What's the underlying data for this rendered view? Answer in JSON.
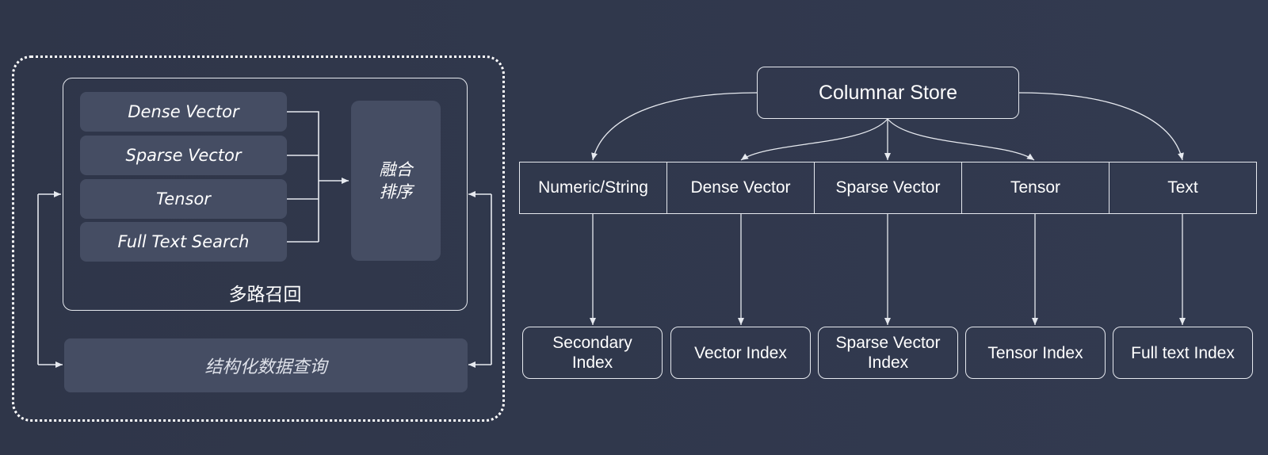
{
  "left_panel": {
    "recall_methods": [
      "Dense Vector",
      "Sparse Vector",
      "Tensor",
      "Full Text Search"
    ],
    "fusion_line1": "融合",
    "fusion_line2": "排序",
    "recall_label": "多路召回",
    "structured_query": "结构化数据查询"
  },
  "right_panel": {
    "store": "Columnar Store",
    "columns": [
      "Numeric/String",
      "Dense Vector",
      "Sparse Vector",
      "Tensor",
      "Text"
    ],
    "indexes": [
      "Secondary\nIndex",
      "Vector Index",
      "Sparse Vector\nIndex",
      "Tensor Index",
      "Full text Index"
    ]
  },
  "colors": {
    "background": "#303850",
    "panel_fill": "#454d63",
    "line": "#e6e9ef"
  }
}
